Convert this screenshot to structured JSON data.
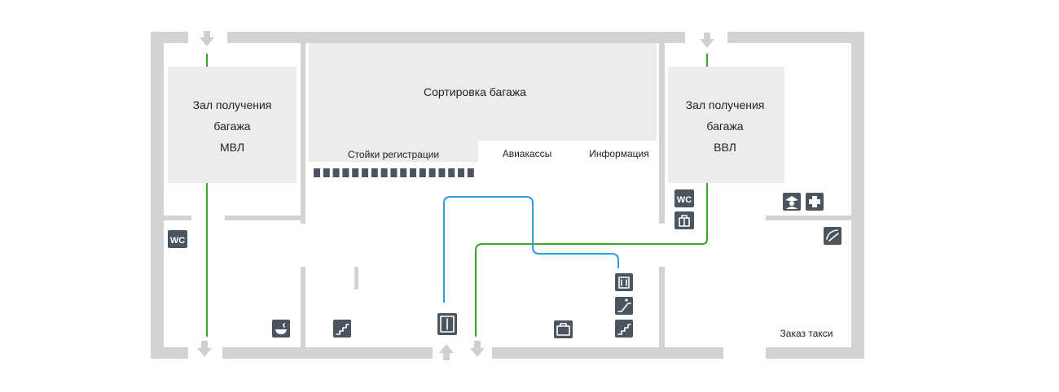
{
  "rooms": {
    "baggage_claim_intl": {
      "line1": "Зал получения",
      "line2": "багажа",
      "line3": "МВЛ"
    },
    "baggage_sorting": {
      "label": "Сортировка багажа"
    },
    "baggage_claim_dom": {
      "line1": "Зал получения",
      "line2": "багажа",
      "line3": "ВВЛ"
    }
  },
  "labels": {
    "checkin": "Стойки регистрации",
    "ticket_office": "Авиакассы",
    "information": "Информация",
    "taxi": "Заказ такси"
  },
  "icons": {
    "wc_text": "WC",
    "list": [
      "wc-icon",
      "baggage-lockers-icon",
      "police-icon",
      "first-aid-icon",
      "taxi-phone-icon",
      "elevator-icon",
      "escalator-icon",
      "stairs-icon",
      "cafe-icon",
      "luggage-icon",
      "security-gate-icon"
    ]
  },
  "colors": {
    "walls": "#d3d3d3",
    "rooms": "#ececec",
    "icons": "#4a5560",
    "route_green": "#3aa52a",
    "route_blue": "#2b9fd8"
  }
}
